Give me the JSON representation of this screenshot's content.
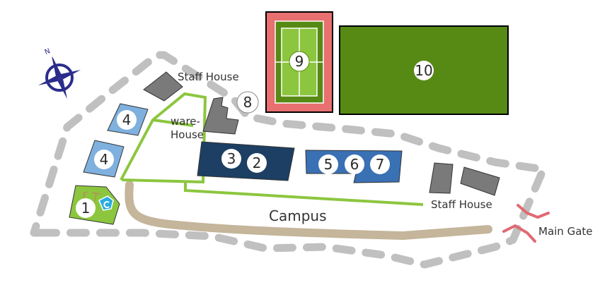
{
  "map": {
    "title": "Campus",
    "compass": {
      "label": "N"
    },
    "labels": {
      "campus": "Campus",
      "staff_house_top": "Staff House",
      "staff_house_bottom": "Staff House",
      "warehouse_line1": "ware-",
      "warehouse_line2": "House",
      "main_gate": "Main Gate"
    },
    "markers": [
      {
        "id": "1",
        "label": "1"
      },
      {
        "id": "2",
        "label": "2"
      },
      {
        "id": "3",
        "label": "3"
      },
      {
        "id": "4a",
        "label": "4"
      },
      {
        "id": "4b",
        "label": "4"
      },
      {
        "id": "5",
        "label": "5"
      },
      {
        "id": "6",
        "label": "6"
      },
      {
        "id": "7",
        "label": "7"
      },
      {
        "id": "8",
        "label": "8"
      },
      {
        "id": "9",
        "label": "9"
      },
      {
        "id": "10",
        "label": "10"
      }
    ],
    "colors": {
      "boundary": "#c0c0c0",
      "path_green": "#8cc63f",
      "road": "#c4b59b",
      "building_gray": "#7a7a7a",
      "building_light_blue": "#7fb0de",
      "building_navy": "#1c3f63",
      "building_blue": "#3a70b4",
      "field_green": "#578a14",
      "court_red": "#e87070",
      "court_green": "#8cc63f",
      "gate_red": "#e06a72",
      "compass": "#2b2d8c"
    }
  }
}
